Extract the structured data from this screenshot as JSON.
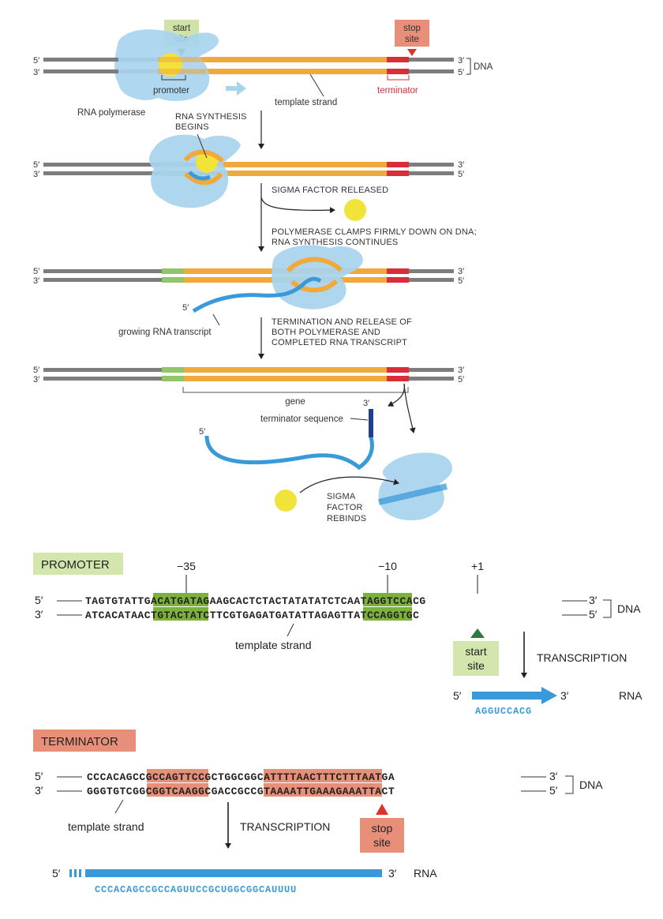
{
  "stage1": {
    "start_site_1": "start",
    "start_site_2": "site",
    "stop_site_1": "stop",
    "stop_site_2": "site",
    "end5": "5′",
    "end3": "3′",
    "dna": "DNA",
    "promoter": "promoter",
    "rna_polymerase": "RNA polymerase",
    "template_strand": "template strand",
    "terminator": "terminator"
  },
  "stage2": {
    "caption_1": "RNA SYNTHESIS",
    "caption_2": "BEGINS",
    "sigma_released": "SIGMA FACTOR RELEASED",
    "clamps_1": "POLYMERASE CLAMPS FIRMLY DOWN ON DNA;",
    "clamps_2": "RNA SYNTHESIS CONTINUES"
  },
  "stage3": {
    "growing_rna": "growing RNA transcript",
    "termination_1": "TERMINATION AND RELEASE OF",
    "termination_2": "BOTH POLYMERASE AND",
    "termination_3": "COMPLETED RNA TRANSCRIPT"
  },
  "stage4": {
    "gene": "gene",
    "terminator_sequence": "terminator sequence",
    "rebinds_1": "SIGMA",
    "rebinds_2": "FACTOR",
    "rebinds_3": "REBINDS"
  },
  "promoter_panel": {
    "title": "PROMOTER",
    "pos_35": "−35",
    "pos_10": "−10",
    "pos_1": "+1",
    "top_strand": "TAGTGTATTGACATGATAGAAGCACTCTACTATATATCTCAATAGGTCCACG",
    "bottom_strand": "ATCACATAACTGTACTATCTTCGTGAGATGATATTAGAGTTATCCAGGTGC",
    "transcription": "TRANSCRIPTION",
    "rna": "RNA",
    "rna_sequence": "AGGUCCACG"
  },
  "terminator_panel": {
    "title": "TERMINATOR",
    "top_strand": "CCCACAGCCGCCAGTTCCGCTGGCGGCATTTTAACTTTCTTTAATGA",
    "bottom_strand": "GGGTGTCGGCGGTCAAGGCGACCGCCGTAAAATTGAAAGAAATTACT",
    "transcription": "TRANSCRIPTION",
    "rna_sequence": "CCCACAGCCGCCAGUUCCGCUGGCGGCAUUUU"
  }
}
